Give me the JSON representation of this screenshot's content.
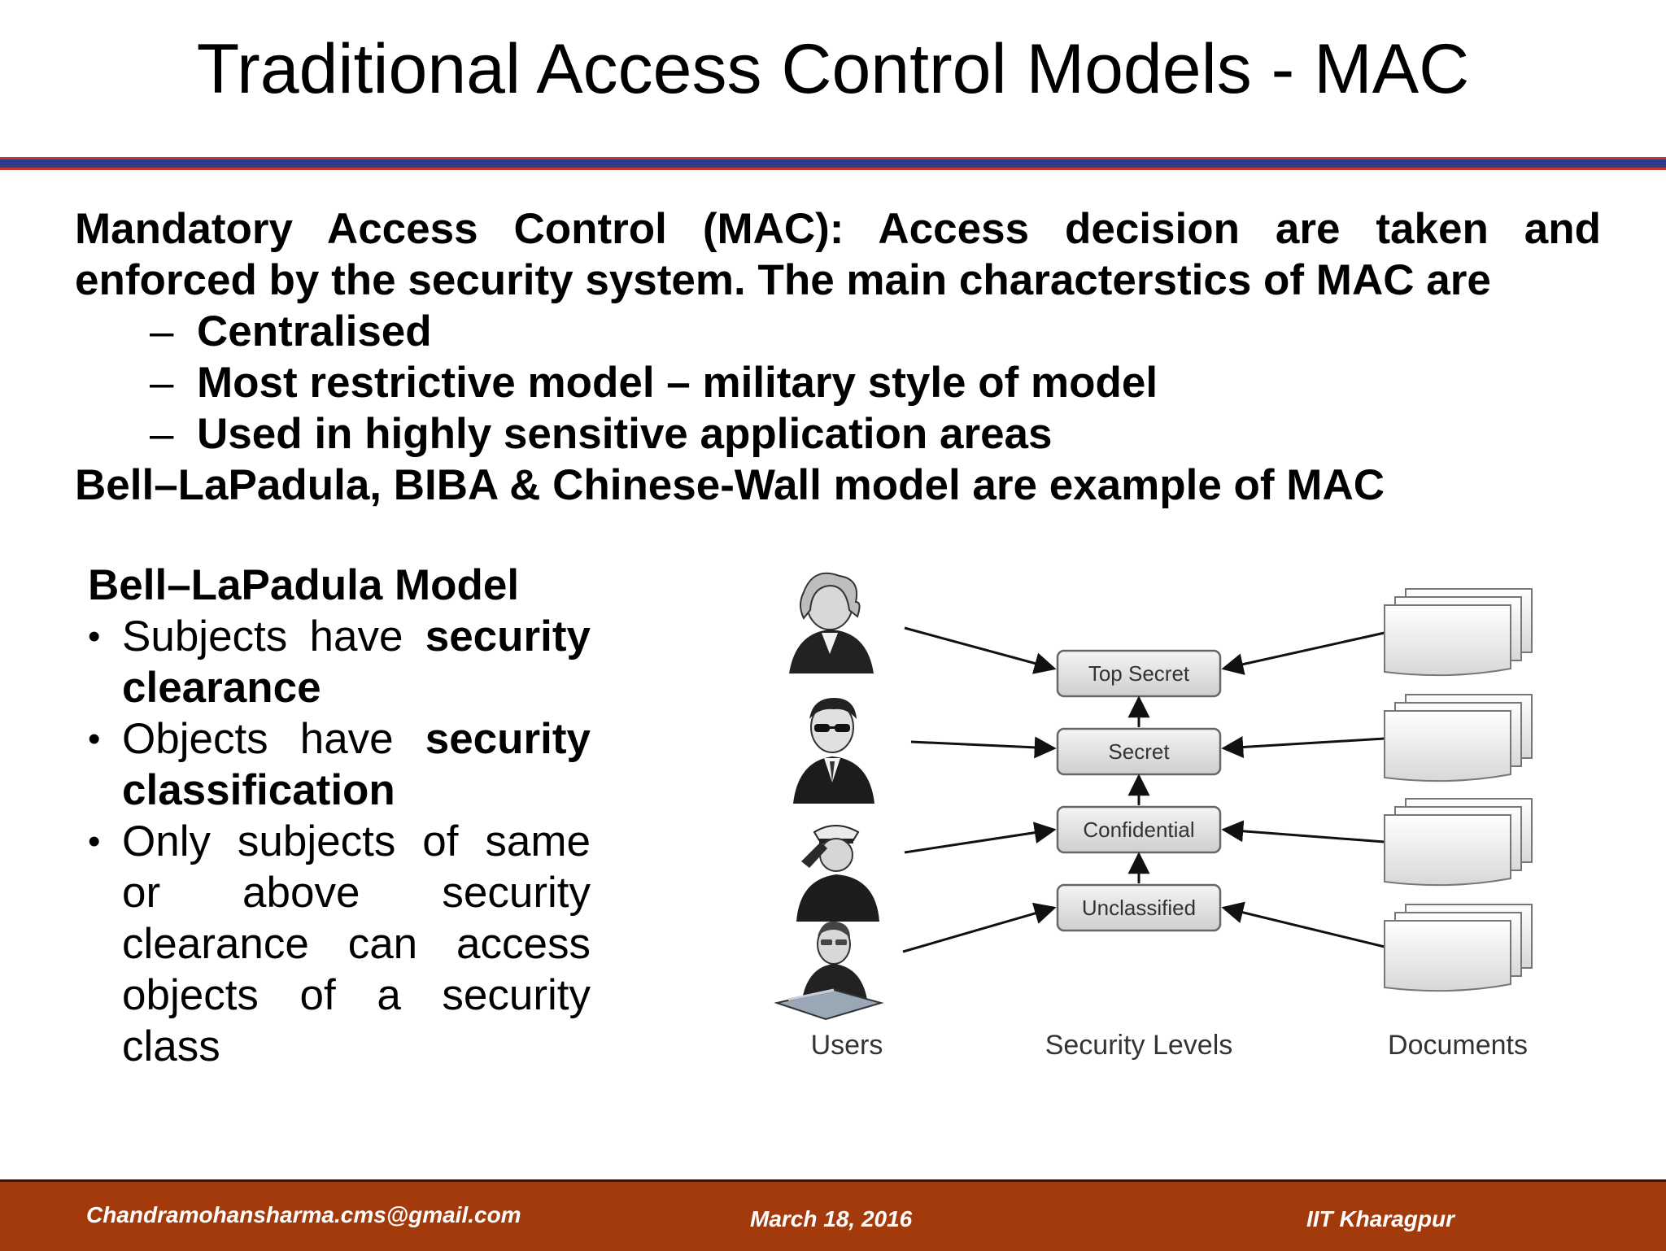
{
  "slide": {
    "title": "Traditional Access Control Models - MAC",
    "intro": "Mandatory Access Control (MAC): Access decision are taken and enforced by the security system. The main characterstics of MAC are",
    "characteristics": [
      "Centralised",
      "Most restrictive model – military style of model",
      "Used in highly sensitive application areas"
    ],
    "dash": "–",
    "example": "Bell–LaPadula, BIBA & Chinese-Wall model are example of MAC"
  },
  "blp": {
    "title": "Bell–LaPadula Model",
    "bullet_char": "•",
    "items": [
      {
        "pre": "Subjects have ",
        "bold": "security clearance",
        "post": ""
      },
      {
        "pre": "Objects have ",
        "bold": "security classification",
        "post": ""
      },
      {
        "pre": "Only subjects of same or above security clearance can access objects of a security class",
        "bold": "",
        "post": ""
      }
    ]
  },
  "diagram": {
    "levels": [
      "Top Secret",
      "Secret",
      "Confidential",
      "Unclassified"
    ],
    "captions": {
      "users": "Users",
      "levels": "Security Levels",
      "documents": "Documents"
    },
    "users_icons": [
      "founder-portrait-icon",
      "agent-sunglasses-icon",
      "officer-saluting-icon",
      "worker-laptop-icon"
    ],
    "documents_icons": [
      "document-stack-icon",
      "document-stack-icon",
      "document-stack-icon",
      "document-stack-icon"
    ]
  },
  "footer": {
    "email": "Chandramohansharma.cms@gmail.com",
    "date": "March 18, 2016",
    "org": "IIT Kharagpur"
  },
  "colors": {
    "rule_blue": "#2e3a8c",
    "rule_red": "#c0392b",
    "footer_bg": "#a33a0c"
  }
}
